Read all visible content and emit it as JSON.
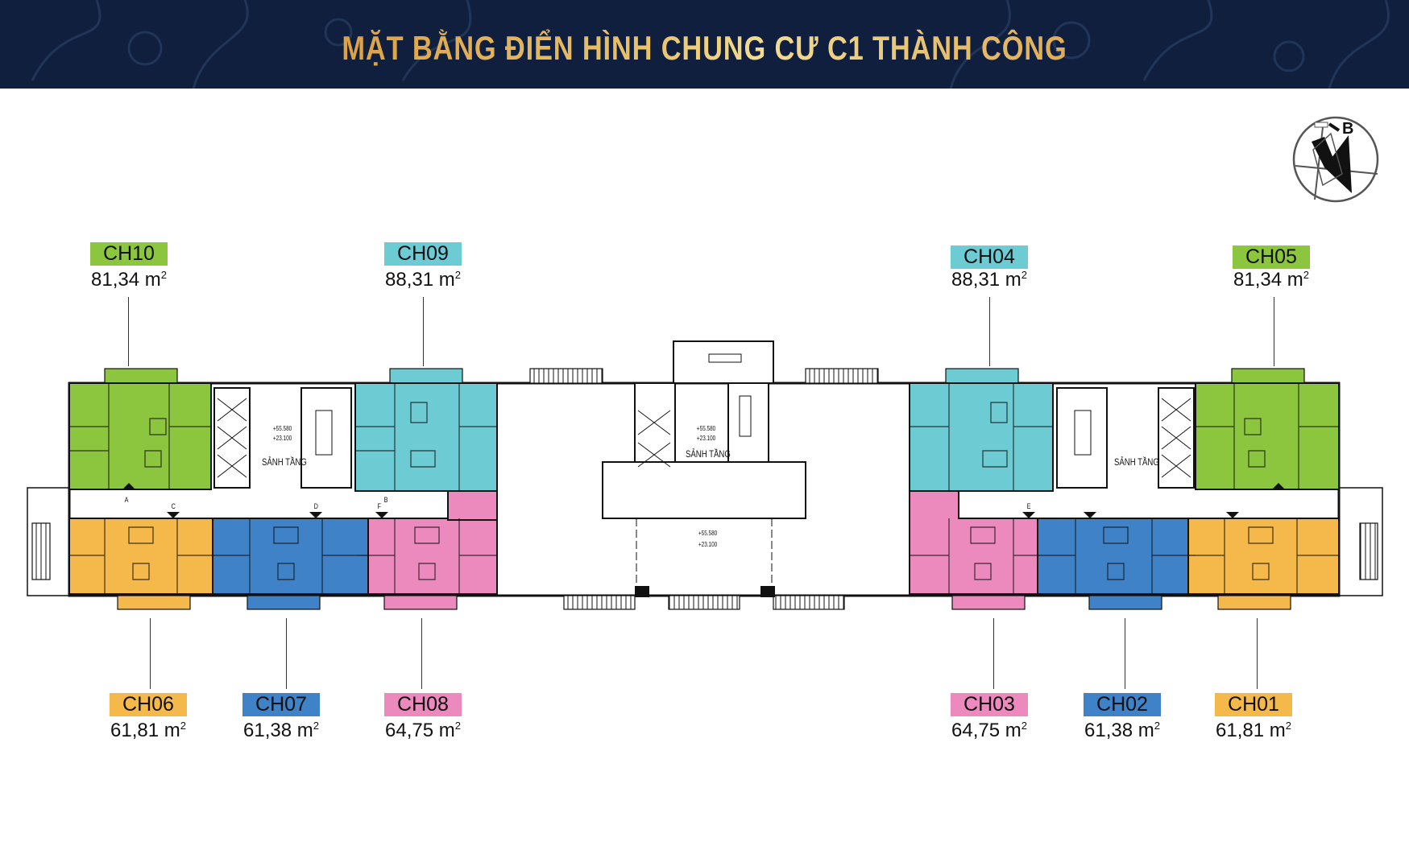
{
  "header": {
    "title": "MẶT BẰNG ĐIỂN HÌNH CHUNG CƯ C1 THÀNH CÔNG"
  },
  "compass": {
    "label": "B"
  },
  "colors": {
    "green": "#8cc63f",
    "cyan": "#6dcbd3",
    "pink": "#ec89bd",
    "blue": "#3f82c8",
    "orange": "#f5b84a",
    "banner": "#0f1f3d"
  },
  "units": [
    {
      "id": "CH10",
      "area": "81,34",
      "unit": "m",
      "sup": "2"
    },
    {
      "id": "CH09",
      "area": "88,31",
      "unit": "m",
      "sup": "2"
    },
    {
      "id": "CH04",
      "area": "88,31",
      "unit": "m",
      "sup": "2"
    },
    {
      "id": "CH05",
      "area": "81,34",
      "unit": "m",
      "sup": "2"
    },
    {
      "id": "CH06",
      "area": "61,81",
      "unit": "m",
      "sup": "2"
    },
    {
      "id": "CH07",
      "area": "61,38",
      "unit": "m",
      "sup": "2"
    },
    {
      "id": "CH08",
      "area": "64,75",
      "unit": "m",
      "sup": "2"
    },
    {
      "id": "CH03",
      "area": "64,75",
      "unit": "m",
      "sup": "2"
    },
    {
      "id": "CH02",
      "area": "61,38",
      "unit": "m",
      "sup": "2"
    },
    {
      "id": "CH01",
      "area": "61,81",
      "unit": "m",
      "sup": "2"
    }
  ],
  "plan": {
    "lobby": "SẢNH TẦNG",
    "elev1": "+55.580",
    "elev2": "+23.100",
    "doors": [
      "A",
      "B",
      "C",
      "D",
      "E",
      "F"
    ]
  }
}
